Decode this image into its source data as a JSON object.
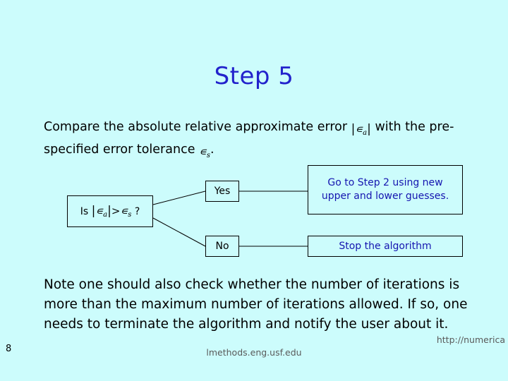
{
  "slide": {
    "title": "Step 5",
    "paragraph1_part1": "Compare the absolute relative approximate error",
    "paragraph1_math1": "|∈a|",
    "paragraph1_part2": "with the pre-specified error tolerance",
    "paragraph1_math2": "∈s",
    "paragraph1_end": ".",
    "paragraph2": "Note one should also check whether the number of iterations is more than the maximum number of iterations allowed. If so, one needs to terminate the algorithm and notify the user about it.",
    "page_number": "8",
    "footer_center": "lmethods.eng.usf.edu",
    "footer_right": "http://numerica",
    "colors": {
      "background": "#ccfcfc",
      "title": "#2222cc",
      "flow_text": "#1515b0",
      "body_text": "#000000",
      "footer_text": "#5a5a5a"
    }
  },
  "flowchart": {
    "decision_label_prefix": "Is",
    "decision_math": "|∈a| > ∈s",
    "decision_label_suffix": "?",
    "yes_label": "Yes",
    "no_label": "No",
    "yes_target": "Go to Step 2 using new upper and lower guesses.",
    "no_target": "Stop the algorithm"
  }
}
